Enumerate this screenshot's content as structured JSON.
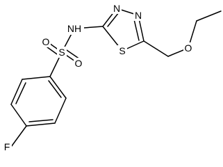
{
  "molecule": {
    "atoms": {
      "nh": "NH",
      "n3": "N",
      "n4": "N",
      "s_ring": "S",
      "o_ether": "O",
      "s_sulfonyl": "S",
      "o_top": "O",
      "o_bottom": "O",
      "f": "F"
    }
  }
}
